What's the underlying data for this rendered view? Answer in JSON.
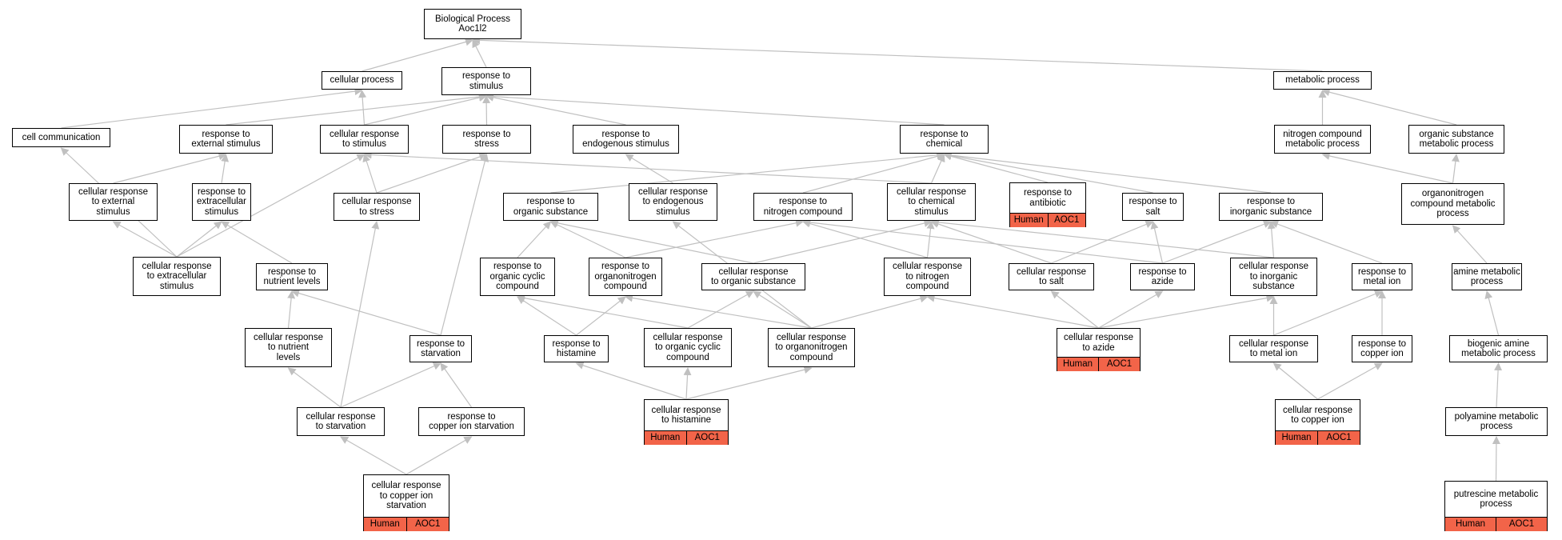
{
  "graph": {
    "colors": {
      "edge": "#c0c0c0",
      "arrowhead": "#c0c0c0",
      "node_border": "#000000",
      "node_fill": "#ffffff",
      "annotation_fill": "#f26449"
    },
    "nodes": [
      {
        "id": "bp",
        "label": "Biological Process\nAoc1l2"
      },
      {
        "id": "cp",
        "label": "cellular process"
      },
      {
        "id": "rs",
        "label": "response to\nstimulus"
      },
      {
        "id": "mp",
        "label": "metabolic process"
      },
      {
        "id": "cc",
        "label": "cell communication"
      },
      {
        "id": "res",
        "label": "response to\nexternal stimulus"
      },
      {
        "id": "crs",
        "label": "cellular response\nto stimulus"
      },
      {
        "id": "rst",
        "label": "response to\nstress"
      },
      {
        "id": "rens",
        "label": "response to\nendogenous stimulus"
      },
      {
        "id": "rc",
        "label": "response to\nchemical"
      },
      {
        "id": "ncmp",
        "label": "nitrogen compound\nmetabolic process"
      },
      {
        "id": "osmp",
        "label": "organic substance\nmetabolic process"
      },
      {
        "id": "cres",
        "label": "cellular response\nto external\nstimulus"
      },
      {
        "id": "rexs",
        "label": "response to\nextracellular\nstimulus"
      },
      {
        "id": "crst",
        "label": "cellular response\nto stress"
      },
      {
        "id": "ros",
        "label": "response to\norganic substance"
      },
      {
        "id": "crens",
        "label": "cellular response\nto endogenous\nstimulus"
      },
      {
        "id": "rnc",
        "label": "response to\nnitrogen compound"
      },
      {
        "id": "crcs",
        "label": "cellular response\nto chemical\nstimulus"
      },
      {
        "id": "rab",
        "label": "response to\nantibiotic",
        "tags": [
          "Human",
          "AOC1"
        ]
      },
      {
        "id": "rsalt",
        "label": "response to\nsalt"
      },
      {
        "id": "ris",
        "label": "response to\ninorganic substance"
      },
      {
        "id": "ocmp",
        "label": "organonitrogen\ncompound metabolic\nprocess"
      },
      {
        "id": "crexs",
        "label": "cellular response\nto extracellular\nstimulus"
      },
      {
        "id": "rnl",
        "label": "response to\nnutrient levels"
      },
      {
        "id": "rocc",
        "label": "response to\norganic cyclic\ncompound"
      },
      {
        "id": "ronc",
        "label": "response to\norganonitrogen\ncompound"
      },
      {
        "id": "cros",
        "label": "cellular response\nto organic substance"
      },
      {
        "id": "crnc",
        "label": "cellular response\nto nitrogen\ncompound"
      },
      {
        "id": "crsalt",
        "label": "cellular response\nto salt"
      },
      {
        "id": "raz",
        "label": "response to\nazide"
      },
      {
        "id": "cris",
        "label": "cellular response\nto inorganic\nsubstance"
      },
      {
        "id": "rmi",
        "label": "response to\nmetal ion"
      },
      {
        "id": "amp",
        "label": "amine metabolic\nprocess"
      },
      {
        "id": "crnl",
        "label": "cellular response\nto nutrient\nlevels"
      },
      {
        "id": "rsv",
        "label": "response to\nstarvation"
      },
      {
        "id": "rhis",
        "label": "response to\nhistamine"
      },
      {
        "id": "crocc",
        "label": "cellular response\nto organic cyclic\ncompound"
      },
      {
        "id": "cronc",
        "label": "cellular response\nto organonitrogen\ncompound"
      },
      {
        "id": "craz",
        "label": "cellular response\nto azide",
        "tags": [
          "Human",
          "AOC1"
        ]
      },
      {
        "id": "crmi",
        "label": "cellular response\nto metal ion"
      },
      {
        "id": "rci",
        "label": "response to\ncopper ion"
      },
      {
        "id": "bamp",
        "label": "biogenic amine\nmetabolic process"
      },
      {
        "id": "crsv",
        "label": "cellular response\nto starvation"
      },
      {
        "id": "rcis",
        "label": "response to\ncopper ion starvation"
      },
      {
        "id": "crhis",
        "label": "cellular response\nto histamine",
        "tags": [
          "Human",
          "AOC1"
        ]
      },
      {
        "id": "crci",
        "label": "cellular response\nto copper ion",
        "tags": [
          "Human",
          "AOC1"
        ]
      },
      {
        "id": "pamp",
        "label": "polyamine metabolic\nprocess"
      },
      {
        "id": "crcis",
        "label": "cellular response\nto copper ion\nstarvation",
        "tags": [
          "Human",
          "AOC1"
        ]
      },
      {
        "id": "pmp",
        "label": "putrescine metabolic\nprocess",
        "tags": [
          "Human",
          "AOC1"
        ]
      }
    ],
    "edges": [
      [
        "cp",
        "bp"
      ],
      [
        "rs",
        "bp"
      ],
      [
        "mp",
        "bp"
      ],
      [
        "cc",
        "cp"
      ],
      [
        "crs",
        "cp"
      ],
      [
        "res",
        "rs"
      ],
      [
        "crs",
        "rs"
      ],
      [
        "rst",
        "rs"
      ],
      [
        "rens",
        "rs"
      ],
      [
        "rc",
        "rs"
      ],
      [
        "ncmp",
        "mp"
      ],
      [
        "osmp",
        "mp"
      ],
      [
        "crexs",
        "cc"
      ],
      [
        "cres",
        "res"
      ],
      [
        "rexs",
        "res"
      ],
      [
        "crst",
        "crs"
      ],
      [
        "crexs",
        "crs"
      ],
      [
        "crcs",
        "crs"
      ],
      [
        "crst",
        "rst"
      ],
      [
        "rsv",
        "rst"
      ],
      [
        "crens",
        "rens"
      ],
      [
        "ros",
        "rc"
      ],
      [
        "rnc",
        "rc"
      ],
      [
        "crcs",
        "rc"
      ],
      [
        "rab",
        "rc"
      ],
      [
        "rsalt",
        "rc"
      ],
      [
        "ris",
        "rc"
      ],
      [
        "ocmp",
        "ncmp"
      ],
      [
        "ocmp",
        "osmp"
      ],
      [
        "crexs",
        "cres"
      ],
      [
        "crexs",
        "rexs"
      ],
      [
        "rnl",
        "rexs"
      ],
      [
        "crsv",
        "crst"
      ],
      [
        "rocc",
        "ros"
      ],
      [
        "ronc",
        "ros"
      ],
      [
        "cros",
        "ros"
      ],
      [
        "cronc",
        "crens"
      ],
      [
        "ronc",
        "rnc"
      ],
      [
        "crnc",
        "rnc"
      ],
      [
        "raz",
        "rnc"
      ],
      [
        "cros",
        "crcs"
      ],
      [
        "crnc",
        "crcs"
      ],
      [
        "crsalt",
        "crcs"
      ],
      [
        "cris",
        "crcs"
      ],
      [
        "crsalt",
        "rsalt"
      ],
      [
        "raz",
        "rsalt"
      ],
      [
        "raz",
        "ris"
      ],
      [
        "cris",
        "ris"
      ],
      [
        "rmi",
        "ris"
      ],
      [
        "amp",
        "ocmp"
      ],
      [
        "crnl",
        "rnl"
      ],
      [
        "rsv",
        "rnl"
      ],
      [
        "rhis",
        "rocc"
      ],
      [
        "crocc",
        "rocc"
      ],
      [
        "rhis",
        "ronc"
      ],
      [
        "cronc",
        "ronc"
      ],
      [
        "crocc",
        "cros"
      ],
      [
        "cronc",
        "cros"
      ],
      [
        "cronc",
        "crnc"
      ],
      [
        "craz",
        "crsalt"
      ],
      [
        "craz",
        "raz"
      ],
      [
        "craz",
        "cris"
      ],
      [
        "craz",
        "crnc"
      ],
      [
        "crmi",
        "cris"
      ],
      [
        "crmi",
        "rmi"
      ],
      [
        "rci",
        "rmi"
      ],
      [
        "bamp",
        "amp"
      ],
      [
        "crsv",
        "crnl"
      ],
      [
        "crsv",
        "rsv"
      ],
      [
        "rcis",
        "rsv"
      ],
      [
        "crhis",
        "rhis"
      ],
      [
        "crhis",
        "crocc"
      ],
      [
        "crhis",
        "cronc"
      ],
      [
        "crci",
        "crmi"
      ],
      [
        "crci",
        "rci"
      ],
      [
        "pamp",
        "bamp"
      ],
      [
        "crcis",
        "crsv"
      ],
      [
        "crcis",
        "rcis"
      ],
      [
        "pmp",
        "pamp"
      ]
    ]
  }
}
